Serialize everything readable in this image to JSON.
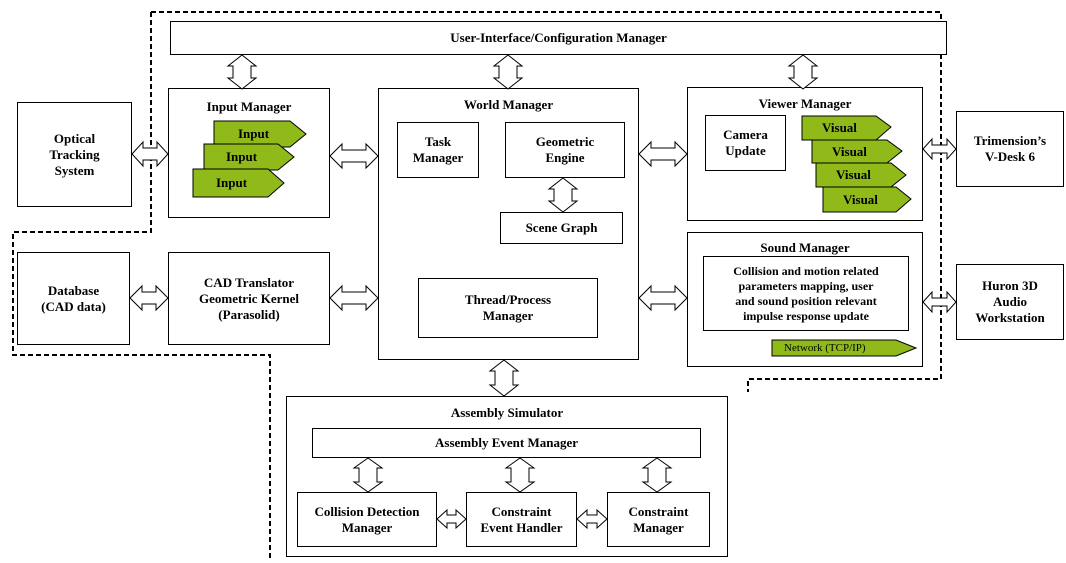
{
  "top_bar": "User-Interface/Configuration Manager",
  "optical": [
    "Optical",
    "Tracking",
    "System"
  ],
  "input_manager": {
    "title": "Input Manager",
    "inputs": [
      "Input",
      "Input",
      "Input"
    ]
  },
  "world_manager": {
    "title": "World Manager",
    "task": [
      "Task",
      "Manager"
    ],
    "geometric": [
      "Geometric",
      "Engine"
    ],
    "scene": "Scene Graph",
    "thread": [
      "Thread/Process",
      "Manager"
    ]
  },
  "viewer_manager": {
    "title": "Viewer Manager",
    "camera": [
      "Camera",
      "Update"
    ],
    "visuals": [
      "Visual",
      "Visual",
      "Visual",
      "Visual"
    ]
  },
  "trimension": [
    "Trimension’s",
    "V-Desk 6"
  ],
  "database": [
    "Database",
    "(CAD data)"
  ],
  "cad": [
    "CAD Translator",
    "Geometric Kernel",
    "(Parasolid)"
  ],
  "sound_manager": {
    "title": "Sound Manager",
    "desc": [
      "Collision and motion related",
      "parameters mapping, user",
      "and sound position relevant",
      "impulse response update"
    ],
    "network": "Network (TCP/IP)"
  },
  "huron": [
    "Huron 3D",
    "Audio",
    "Workstation"
  ],
  "assembly": {
    "title": "Assembly Simulator",
    "event_manager": "Assembly Event Manager",
    "collision": [
      "Collision Detection",
      "Manager"
    ],
    "constraint_handler": [
      "Constraint",
      "Event Handler"
    ],
    "constraint_manager": [
      "Constraint",
      "Manager"
    ]
  },
  "colors": {
    "green": "#8fba1a",
    "line": "#000000"
  }
}
